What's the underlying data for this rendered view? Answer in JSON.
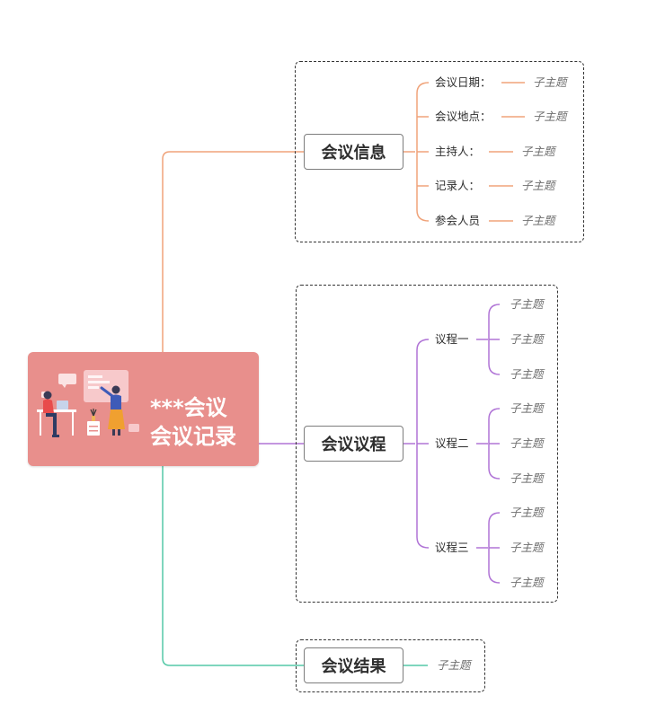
{
  "root": {
    "title_line1": "***会议",
    "title_line2": "会议记录"
  },
  "colors": {
    "root_fill": "#e88f8c",
    "branch_info": "#f0a37a",
    "branch_agenda": "#b074d6",
    "branch_result": "#55c9a7"
  },
  "branches": {
    "info": {
      "label": "会议信息",
      "items": [
        {
          "label": "会议日期：",
          "child": "子主题"
        },
        {
          "label": "会议地点：",
          "child": "子主题"
        },
        {
          "label": "主持人：",
          "child": "子主题"
        },
        {
          "label": "记录人：",
          "child": "子主题"
        },
        {
          "label": "参会人员",
          "child": "子主题"
        }
      ]
    },
    "agenda": {
      "label": "会议议程",
      "items": [
        {
          "label": "议程一",
          "children": [
            "子主题",
            "子主题",
            "子主题"
          ]
        },
        {
          "label": "议程二",
          "children": [
            "子主题",
            "子主题",
            "子主题"
          ]
        },
        {
          "label": "议程三",
          "children": [
            "子主题",
            "子主题",
            "子主题"
          ]
        }
      ]
    },
    "result": {
      "label": "会议结果",
      "child": "子主题"
    }
  }
}
